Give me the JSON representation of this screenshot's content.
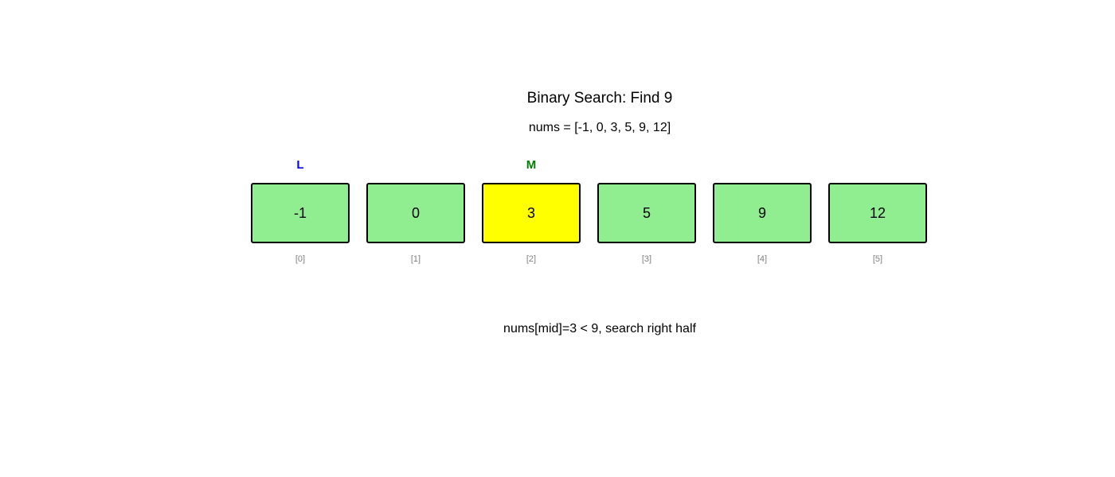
{
  "figure": {
    "title": "Binary Search: Find 9",
    "array_definition": "nums = [-1, 0, 3, 5, 9, 12]",
    "status": "nums[mid]=3 < 9, search right half"
  },
  "array": {
    "cells": [
      {
        "value": "-1",
        "index_label": "[0]",
        "pointer": "L",
        "highlight": false
      },
      {
        "value": "0",
        "index_label": "[1]",
        "pointer": "",
        "highlight": false
      },
      {
        "value": "3",
        "index_label": "[2]",
        "pointer": "M",
        "highlight": true
      },
      {
        "value": "5",
        "index_label": "[3]",
        "pointer": "",
        "highlight": false
      },
      {
        "value": "9",
        "index_label": "[4]",
        "pointer": "",
        "highlight": false
      },
      {
        "value": "12",
        "index_label": "[5]",
        "pointer": "",
        "highlight": false
      }
    ]
  },
  "colors": {
    "background": "#ffffff",
    "text": "#000000",
    "box_default": "#90ee90",
    "box_highlight": "#ffff00",
    "box_border": "#000000",
    "pointer_left": "#0000ff",
    "pointer_mid": "#008000",
    "pointer_right": "#ff0000",
    "index_label": "#808080"
  }
}
